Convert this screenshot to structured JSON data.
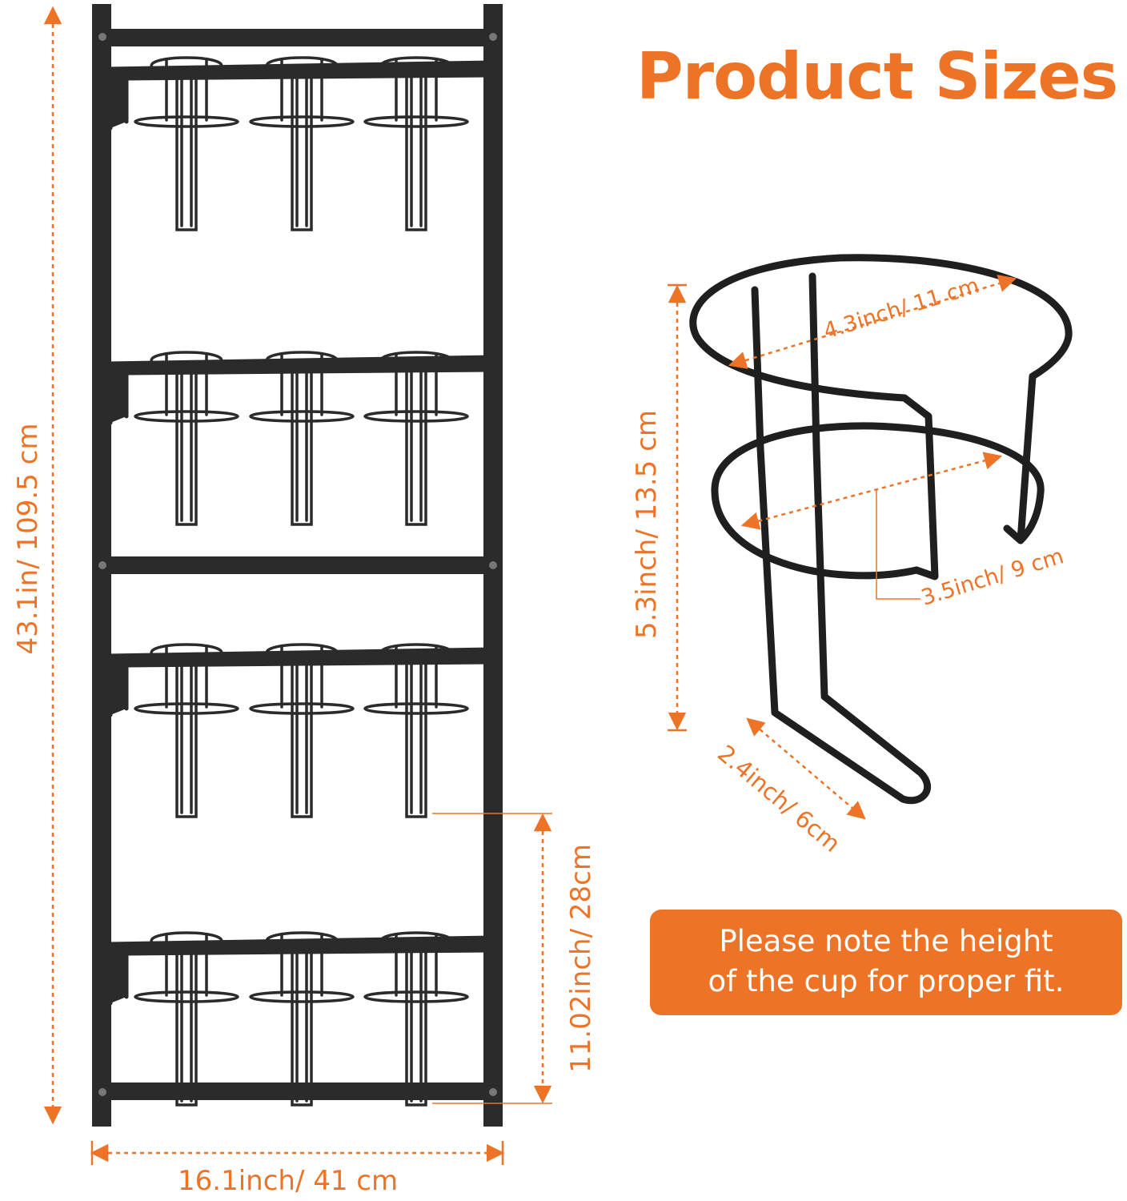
{
  "title": "Product Sizes",
  "colors": {
    "accent": "#ED7326",
    "rack": "#2b2b2b",
    "text_on_accent": "#ffffff"
  },
  "dimensions": {
    "total_height": "43.1in/ 109.5 cm",
    "total_width": "16.1inch/ 41 cm",
    "tier_spacing": "11.02inch/ 28cm",
    "holder_height": "5.3inch/ 13.5 cm",
    "top_ring_diameter": "4.3inch/ 11 cm",
    "bottom_ring_diameter": "3.5inch/ 9 cm",
    "base_depth": "2.4inch/ 6cm"
  },
  "note": {
    "line1": "Please note the height",
    "line2": "of the cup for proper fit."
  },
  "rack": {
    "tiers": 4,
    "holders_per_tier": 3
  }
}
